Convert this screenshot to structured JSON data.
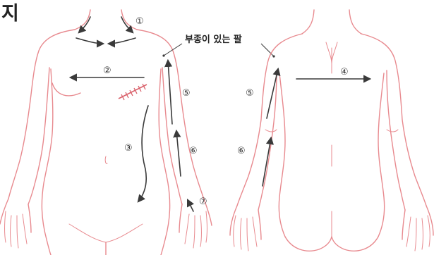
{
  "title": "지",
  "label": "부종이 있는 팔",
  "steps": {
    "s1": "①",
    "s2": "②",
    "s3": "③",
    "s4": "④",
    "s5": "⑤",
    "s6": "⑥",
    "s7": "⑦"
  },
  "colors": {
    "body_outline": "#e88a8f",
    "arrow": "#3a3a3a",
    "scar": "#d9606a"
  },
  "icons": {
    "front_body": "front-body-figure",
    "back_body": "back-body-figure"
  }
}
